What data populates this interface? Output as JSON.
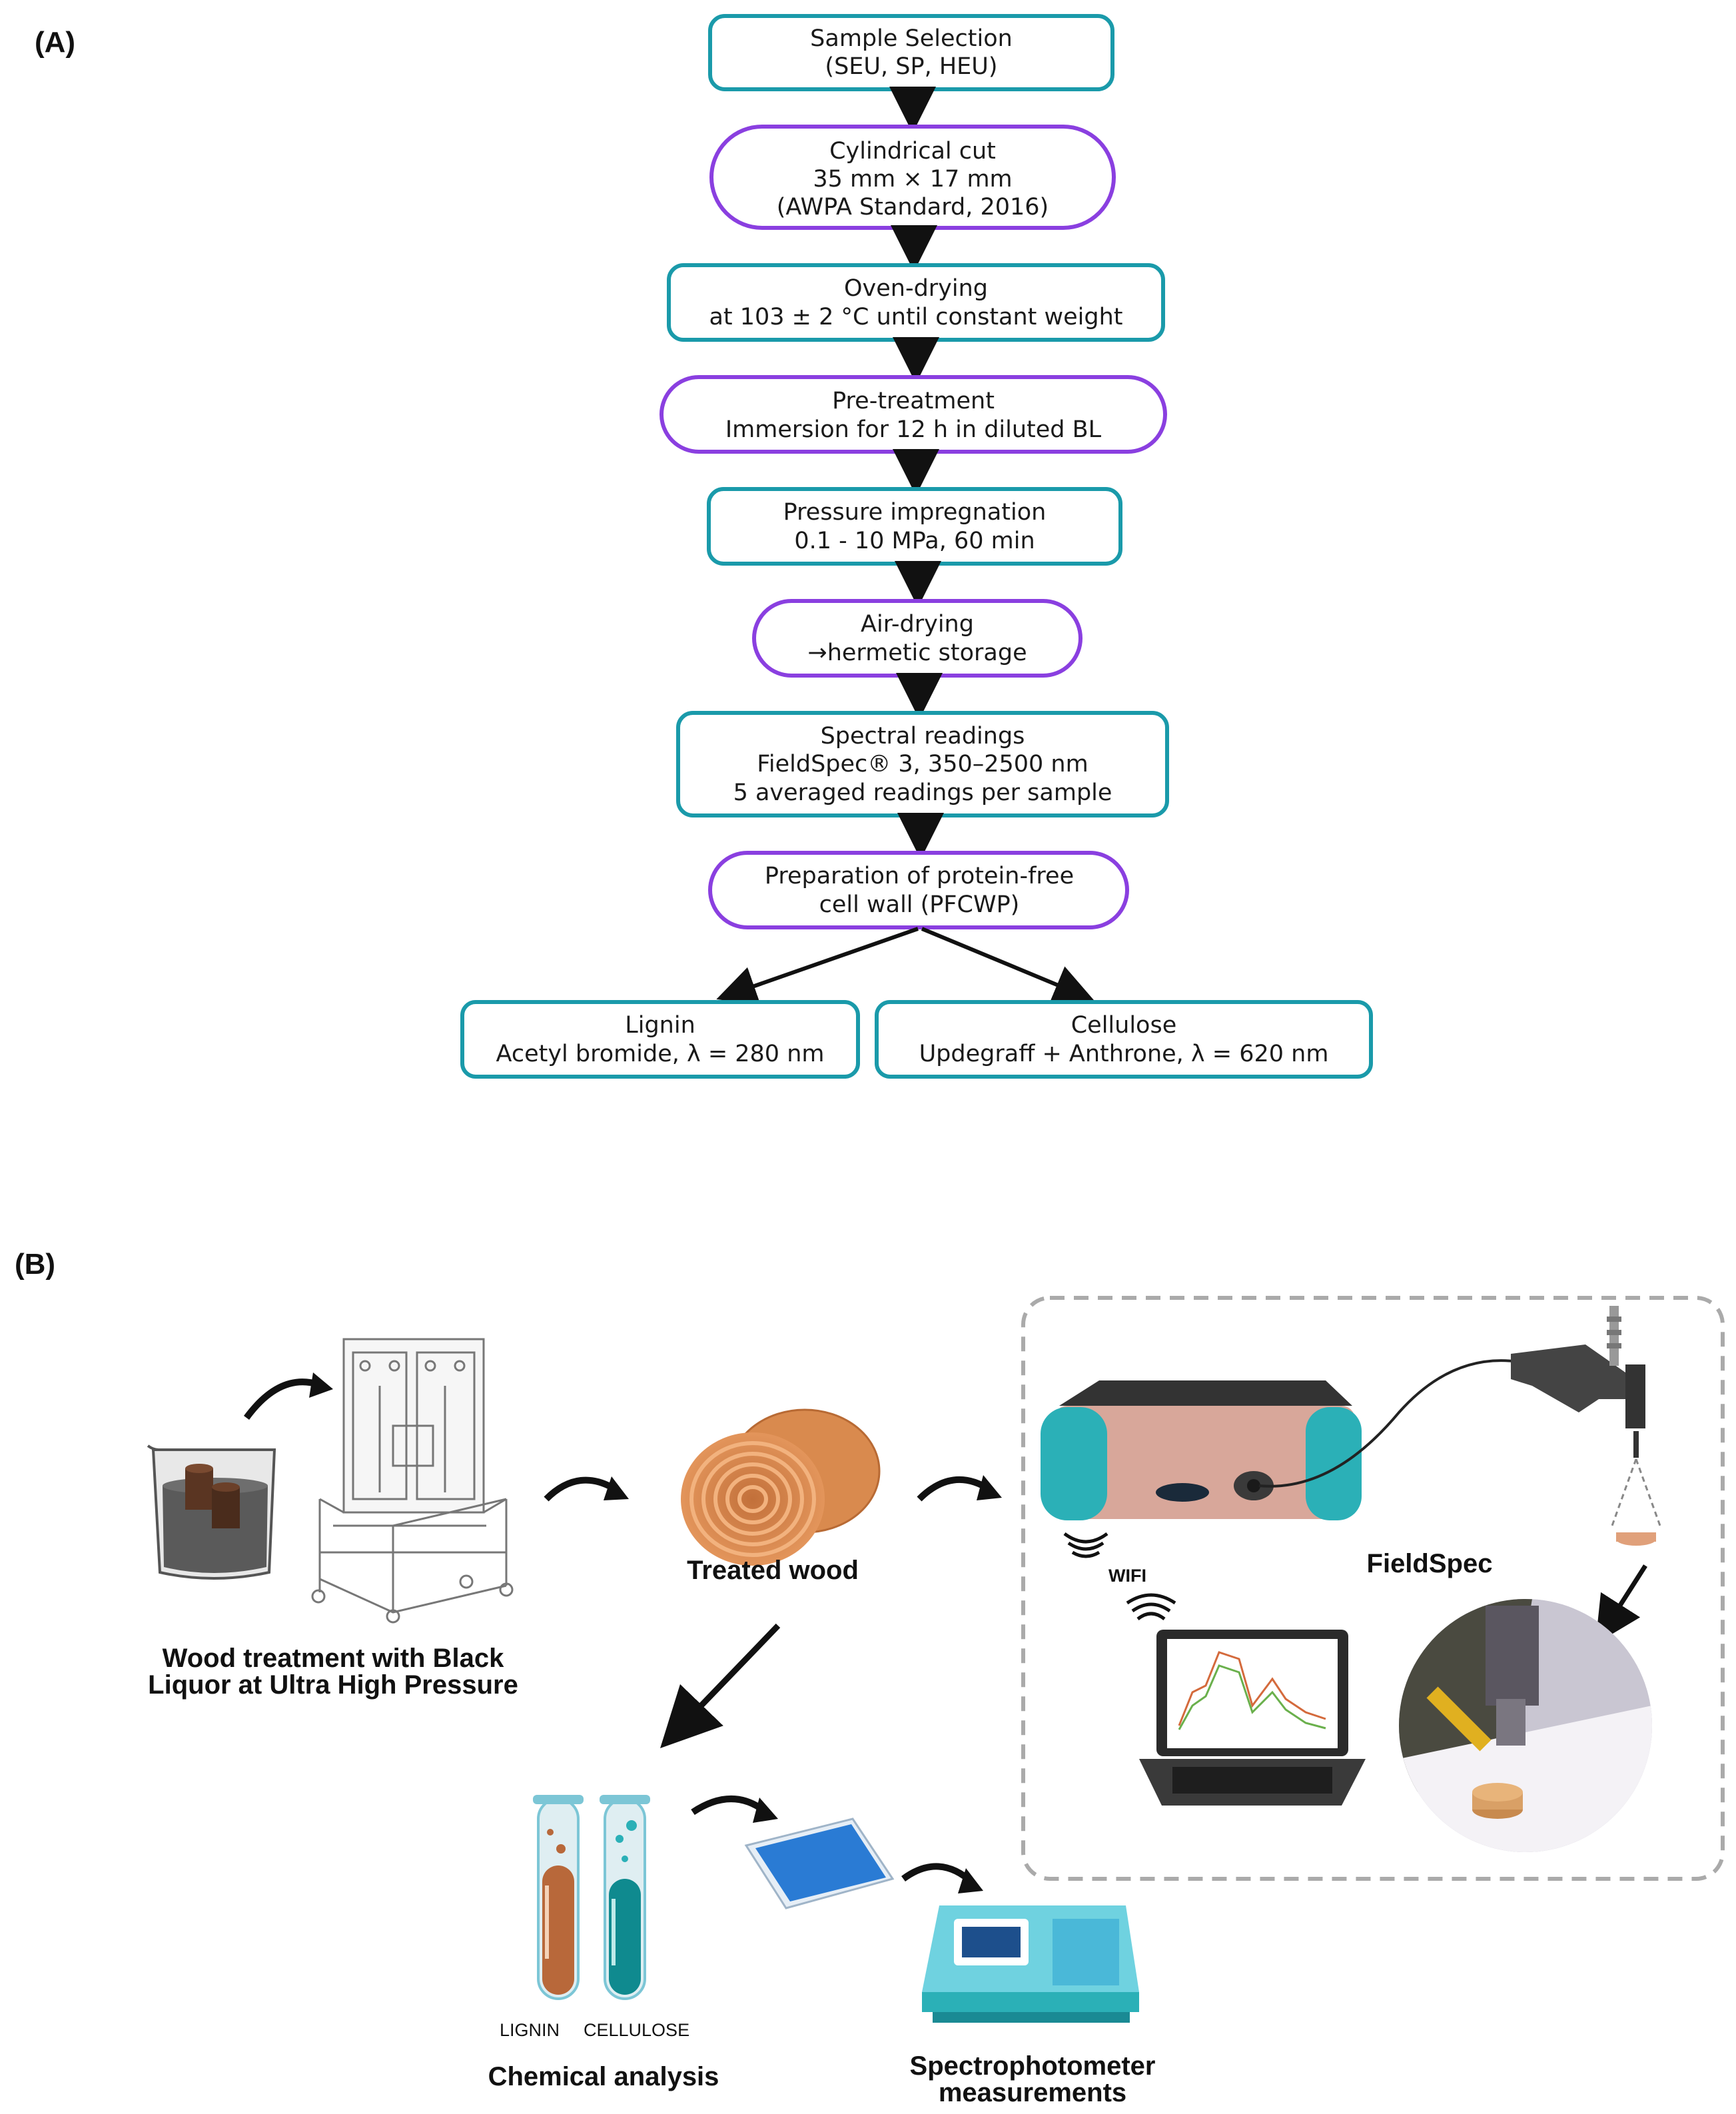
{
  "panel_a": {
    "label": "(A)",
    "steps": [
      {
        "lines": [
          "Sample Selection",
          "(SEU, SP, HEU)"
        ],
        "shape": "rect",
        "color": "#1a9aaa"
      },
      {
        "lines": [
          "Cylindrical cut",
          "35 mm × 17 mm",
          "(AWPA Standard, 2016)"
        ],
        "shape": "pill",
        "color": "#8a3fe0"
      },
      {
        "lines": [
          "Oven-drying",
          "at 103 ± 2 °C until constant weight"
        ],
        "shape": "rect",
        "color": "#1a9aaa"
      },
      {
        "lines": [
          "Pre-treatment",
          "Immersion for 12 h in diluted BL"
        ],
        "shape": "pill",
        "color": "#8a3fe0"
      },
      {
        "lines": [
          "Pressure impregnation",
          "0.1 - 10 MPa, 60 min"
        ],
        "shape": "rect",
        "color": "#1a9aaa"
      },
      {
        "lines": [
          "Air-drying",
          "→hermetic storage"
        ],
        "shape": "pill",
        "color": "#8a3fe0"
      },
      {
        "lines": [
          "Spectral readings",
          "FieldSpec® 3, 350–2500 nm",
          "5 averaged readings per sample"
        ],
        "shape": "rect",
        "color": "#1a9aaa"
      },
      {
        "lines": [
          "Preparation of protein-free",
          "cell wall (PFCWP)"
        ],
        "shape": "pill",
        "color": "#8a3fe0"
      }
    ],
    "branches": [
      {
        "lines": [
          "Lignin",
          "Acetyl bromide, λ = 280 nm"
        ],
        "shape": "rect",
        "color": "#1a9aaa"
      },
      {
        "lines": [
          "Cellulose",
          "Updegraff + Anthrone, λ = 620 nm"
        ],
        "shape": "rect",
        "color": "#1a9aaa"
      }
    ]
  },
  "panel_b": {
    "label": "(B)",
    "wood_treatment": "Wood treatment with Black Liquor at Ultra High Pressure",
    "wood_treatment_lines": [
      "Wood treatment with Black",
      "Liquor at Ultra High Pressure"
    ],
    "treated_wood": "Treated wood",
    "wifi": "WIFI",
    "fieldspec": "FieldSpec",
    "lignin_tube": "LIGNIN",
    "cellulose_tube": "CELLULOSE",
    "chemical_analysis": "Chemical analysis",
    "spectro_lines": [
      "Spectrophotometer",
      "measurements"
    ]
  },
  "colors": {
    "teal_box": "#1a9aaa",
    "purple_box": "#8a3fe0",
    "wood": "#d98a4e",
    "lignin_liquid": "#b8683a",
    "cellulose_liquid": "#0f8a8f"
  }
}
